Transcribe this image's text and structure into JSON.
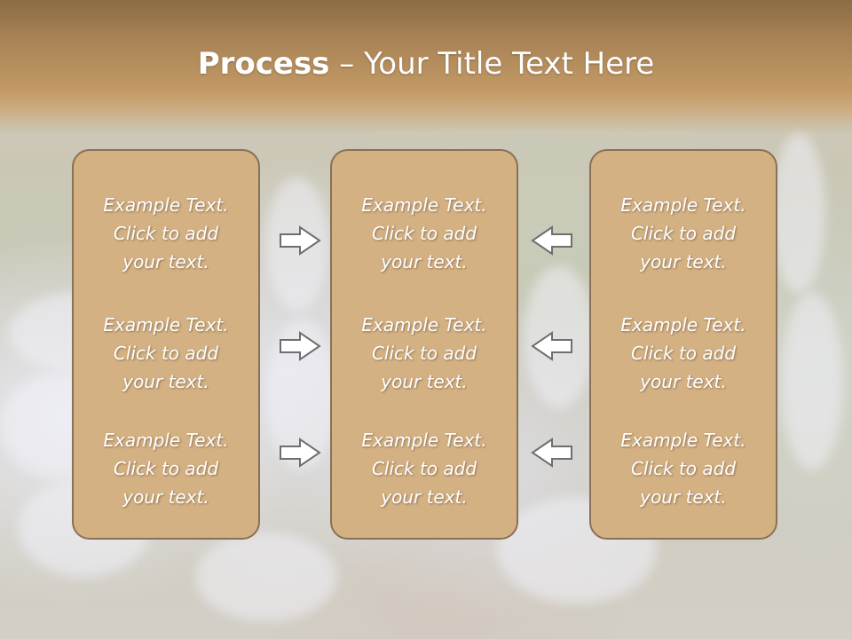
{
  "slide": {
    "title_bold": "Process",
    "title_rest": " – Your Title Text Here"
  },
  "columns": [
    {
      "items": [
        {
          "line1": "Example Text.",
          "line2": "Click  to add",
          "line3": "your text."
        },
        {
          "line1": "Example Text.",
          "line2": "Click  to add",
          "line3": "your text."
        },
        {
          "line1": "Example Text.",
          "line2": "Click  to add",
          "line3": "your text."
        }
      ]
    },
    {
      "items": [
        {
          "line1": "Example Text.",
          "line2": "Click  to add",
          "line3": "your text."
        },
        {
          "line1": "Example Text.",
          "line2": "Click  to add",
          "line3": "your text."
        },
        {
          "line1": "Example Text.",
          "line2": "Click  to add",
          "line3": "your text."
        }
      ]
    },
    {
      "items": [
        {
          "line1": "Example Text.",
          "line2": "Click  to add",
          "line3": "your text."
        },
        {
          "line1": "Example Text.",
          "line2": "Click  to add",
          "line3": "your text."
        },
        {
          "line1": "Example Text.",
          "line2": "Click  to add",
          "line3": "your text."
        }
      ]
    }
  ],
  "arrows": {
    "left_group": "right-arrow-icon",
    "right_group": "left-arrow-icon"
  },
  "colors": {
    "title_band": "#c49b67",
    "panel_fill": "#d4b183",
    "panel_border": "#8a7057",
    "text": "#ffffff",
    "arrow_fill": "#ffffff",
    "arrow_stroke": "#6e6e6e"
  }
}
